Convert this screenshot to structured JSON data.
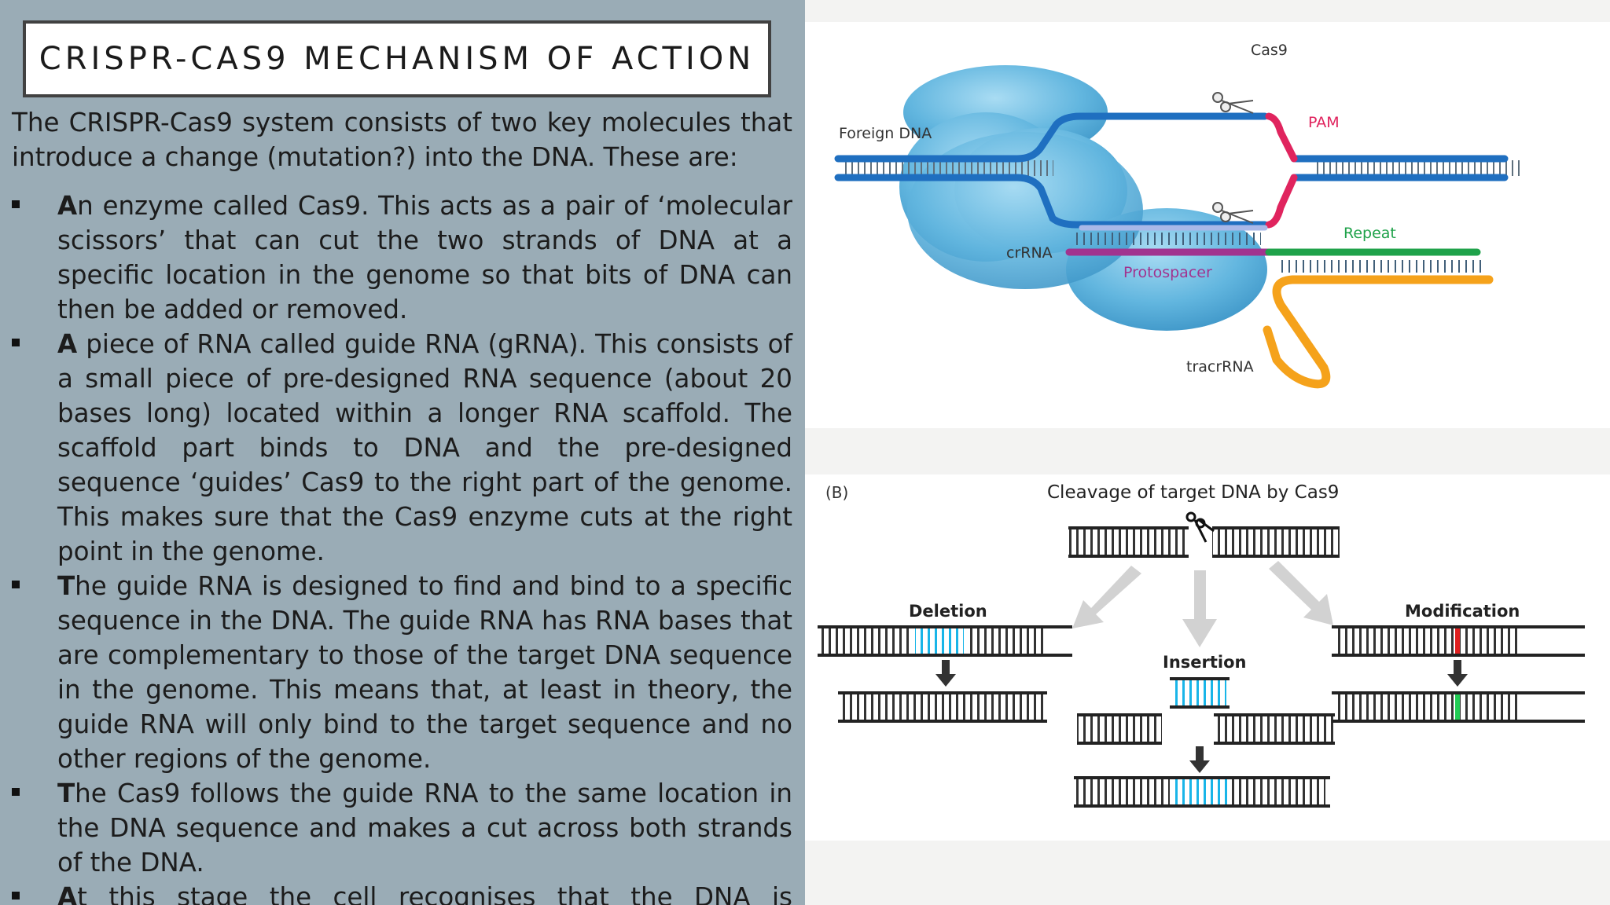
{
  "title": "CRISPR-CAS9 MECHANISM OF ACTION",
  "intro": "The CRISPR-Cas9 system consists of two key molecules that introduce a change (mutation?) into the DNA. These are:",
  "bullets": [
    {
      "lead": "A",
      "rest": "n enzyme called Cas9. This acts as a pair of ‘molecular scissors’ that can cut the two strands of DNA at a specific location in the genome so that bits of DNA can then be added or removed."
    },
    {
      "lead": "A",
      "rest": " piece of RNA called guide RNA (gRNA). This consists of a small piece of pre-designed RNA sequence (about 20 bases long) located within a longer RNA scaffold. The scaffold part binds to DNA and the pre-designed sequence ‘guides’ Cas9 to the right part of the genome. This makes sure that the Cas9 enzyme cuts at the right point in the genome."
    },
    {
      "lead": "T",
      "rest": "he guide RNA is designed to find and bind to a specific sequence in the DNA. The guide RNA has RNA bases that are complementary to those of the target DNA sequence in the genome. This means that, at least in theory, the guide RNA will only bind to the target sequence and no other regions of the genome."
    },
    {
      "lead": "T",
      "rest": "he Cas9 follows the guide RNA to the same location in the DNA sequence and makes a cut across both strands of the DNA."
    },
    {
      "lead": "A",
      "rest": "t this stage the cell recognises that the DNA is damaged and tries to repair it."
    }
  ],
  "figure_a": {
    "cas9": "Cas9",
    "foreign_dna": "Foreign DNA",
    "pam": "PAM",
    "repeat": "Repeat",
    "crrna": "crRNA",
    "protospacer": "Protospacer",
    "tracrrna": "tracrRNA",
    "colors": {
      "dna": "#1f6fc0",
      "pam": "#e0245e",
      "repeat": "#1fa24a",
      "protospacer": "#a1338f",
      "tracr": "#f5a21b",
      "cas9": "#5fb6e0"
    }
  },
  "figure_b": {
    "panel": "(B)",
    "heading": "Cleavage of target DNA by Cas9",
    "deletion": "Deletion",
    "insertion": "Insertion",
    "modification": "Modification",
    "colors": {
      "insert": "#19b5e8",
      "original_base": "#e02020",
      "modified_base": "#22cc55"
    }
  }
}
